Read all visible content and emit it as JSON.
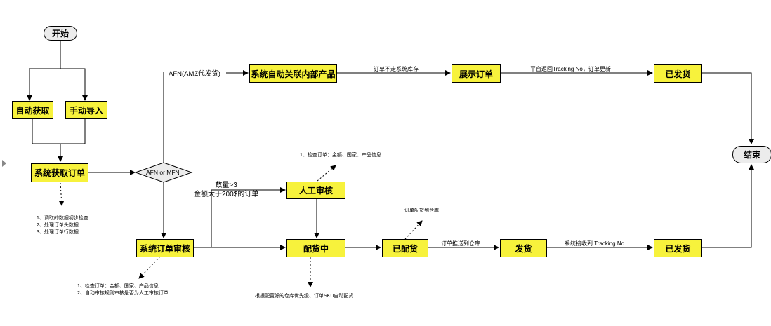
{
  "nodes": {
    "start": "开始",
    "auto_fetch": "自动获取",
    "manual_import": "手动导入",
    "fetch_orders": "系统获取订单",
    "decision": "AFN or MFN",
    "afn_label": "AFN(AMZ代发货)",
    "auto_link": "系统自动关联内部产品",
    "show_order": "展示订单",
    "shipped_top": "已发货",
    "end": "结束",
    "manual_review": "人工审核",
    "order_review": "系统订单审核",
    "allocating": "配货中",
    "allocated": "已配货",
    "ship": "发货",
    "shipped_bottom": "已发货"
  },
  "edge_labels": {
    "no_inventory": "订单不走系统库存",
    "tracking_update": "平台返回Tracking No，订单更新",
    "push_warehouse": "订单推送到仓库",
    "receive_tracking": "系统接收到 Tracking No",
    "condition": [
      "数量>3",
      "金额大于200$的订单"
    ]
  },
  "notes": {
    "fetch": [
      "1、调取的数据初步检查",
      "2、处理订单头数据",
      "3、处理订单行数据"
    ],
    "manual_review": [
      "1、检查订单：金额、国家、产品信息"
    ],
    "order_review": [
      "1、检查订单：金额、国家、产品信息",
      "2、自动审核规则审核是否为人工审核订单"
    ],
    "allocating": [
      "根据配置好的仓库优先级、订单SKU自动配货"
    ],
    "allocated": [
      "订单配货到仓库"
    ]
  },
  "colors": {
    "box_fill": "#f7f23c",
    "pill_fill": "#ececec",
    "line": "#000000"
  }
}
